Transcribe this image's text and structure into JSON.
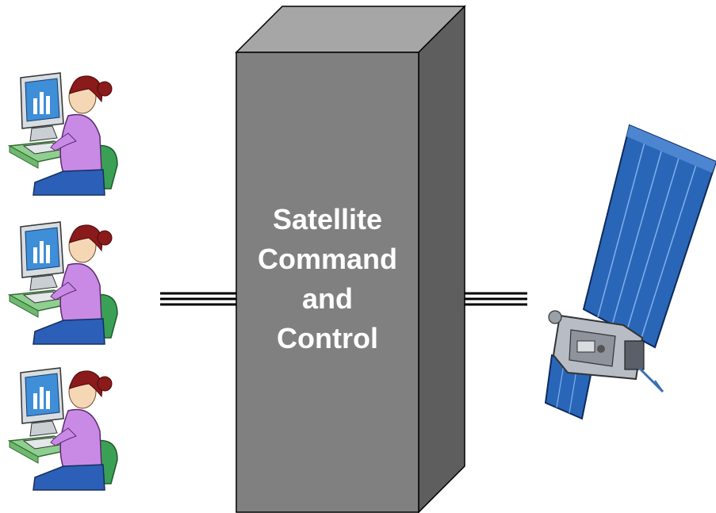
{
  "block": {
    "lines": [
      "Satellite",
      "Command",
      "and",
      "Control"
    ]
  },
  "operators": [
    {
      "icon": "operator-at-computer-icon"
    },
    {
      "icon": "operator-at-computer-icon"
    },
    {
      "icon": "operator-at-computer-icon"
    }
  ],
  "satellite": {
    "icon": "satellite-icon"
  },
  "colors": {
    "block_front": "#808080",
    "block_top": "#a6a6a6",
    "block_side": "#5e5e5e",
    "panel_blue": "#2a66b8",
    "shirt": "#c98ae6",
    "hair": "#8b1a1a"
  }
}
